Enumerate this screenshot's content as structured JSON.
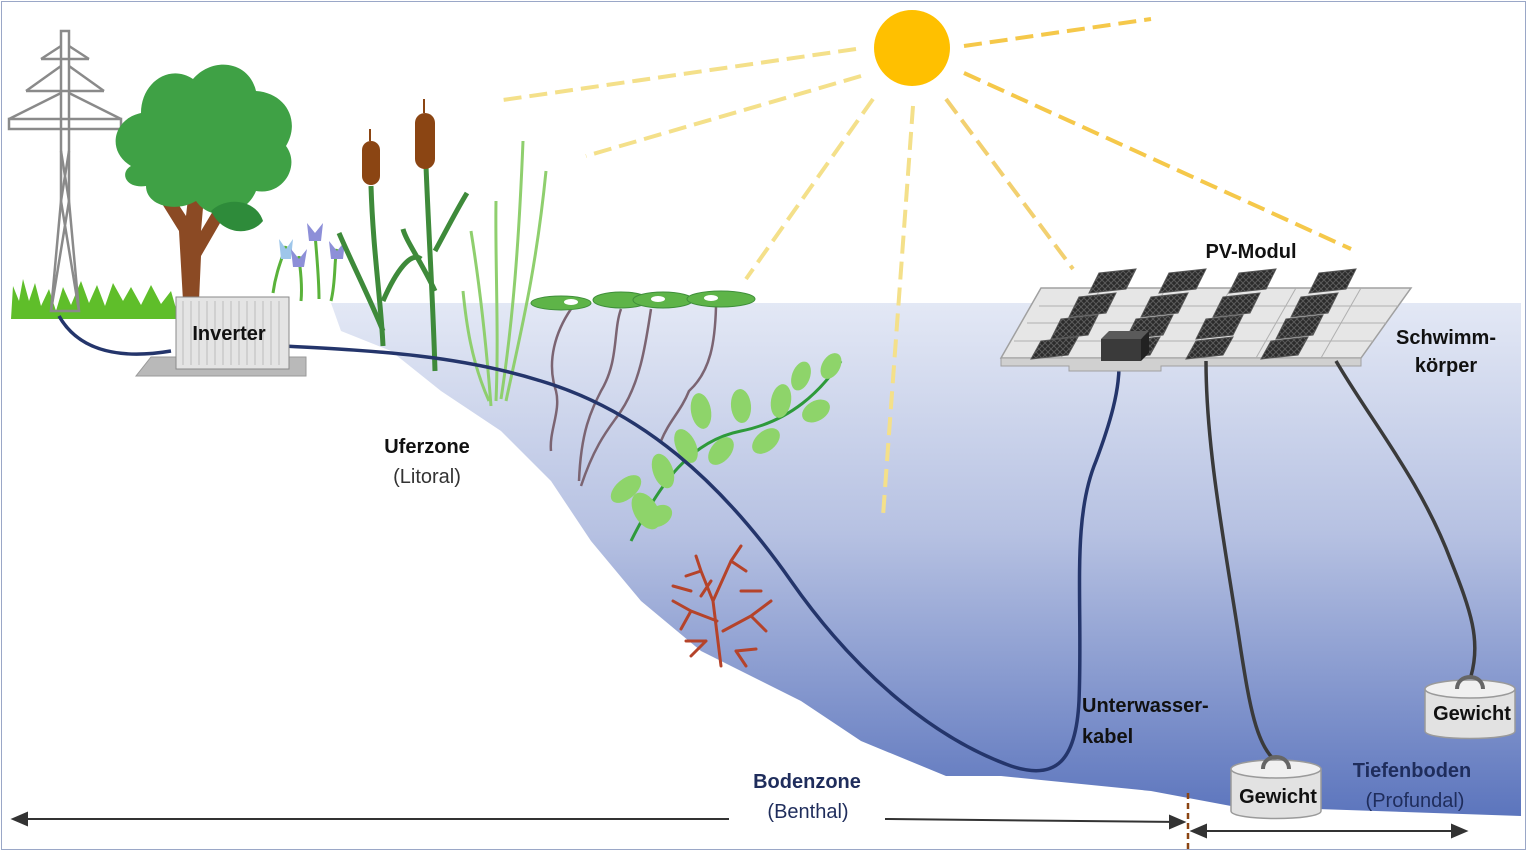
{
  "colors": {
    "sun": "#ffc000",
    "sun_rays": "#f5c84a",
    "water_top": "#dfe5f4",
    "water_bottom": "#5f79be",
    "cable": "#24356b",
    "tree": "#3fa145",
    "lily_pad": "#5eb448",
    "red_plant": "#b5432a",
    "label_dark": "#111111",
    "label_navy": "#1f2d5c"
  },
  "icons": [
    "power-pylon-icon",
    "tree-icon",
    "sun-icon",
    "cattail-icon",
    "water-lily-icon",
    "pv-panel-icon",
    "weight-icon",
    "flower-icon"
  ],
  "labels": {
    "inverter": "Inverter",
    "pv_module": "PV-Modul",
    "float_body": [
      "Schwimm-",
      "körper"
    ],
    "littoral_title": "Uferzone",
    "littoral_sub": "(Litoral)",
    "cable": [
      "Unterwasser-",
      "kabel"
    ],
    "weight_left": "Gewicht",
    "weight_right": "Gewicht",
    "benthal_title": "Bodenzone",
    "benthal_sub": "(Benthal)",
    "profundal_title": "Tiefenboden",
    "profundal_sub": "(Profundal)"
  }
}
